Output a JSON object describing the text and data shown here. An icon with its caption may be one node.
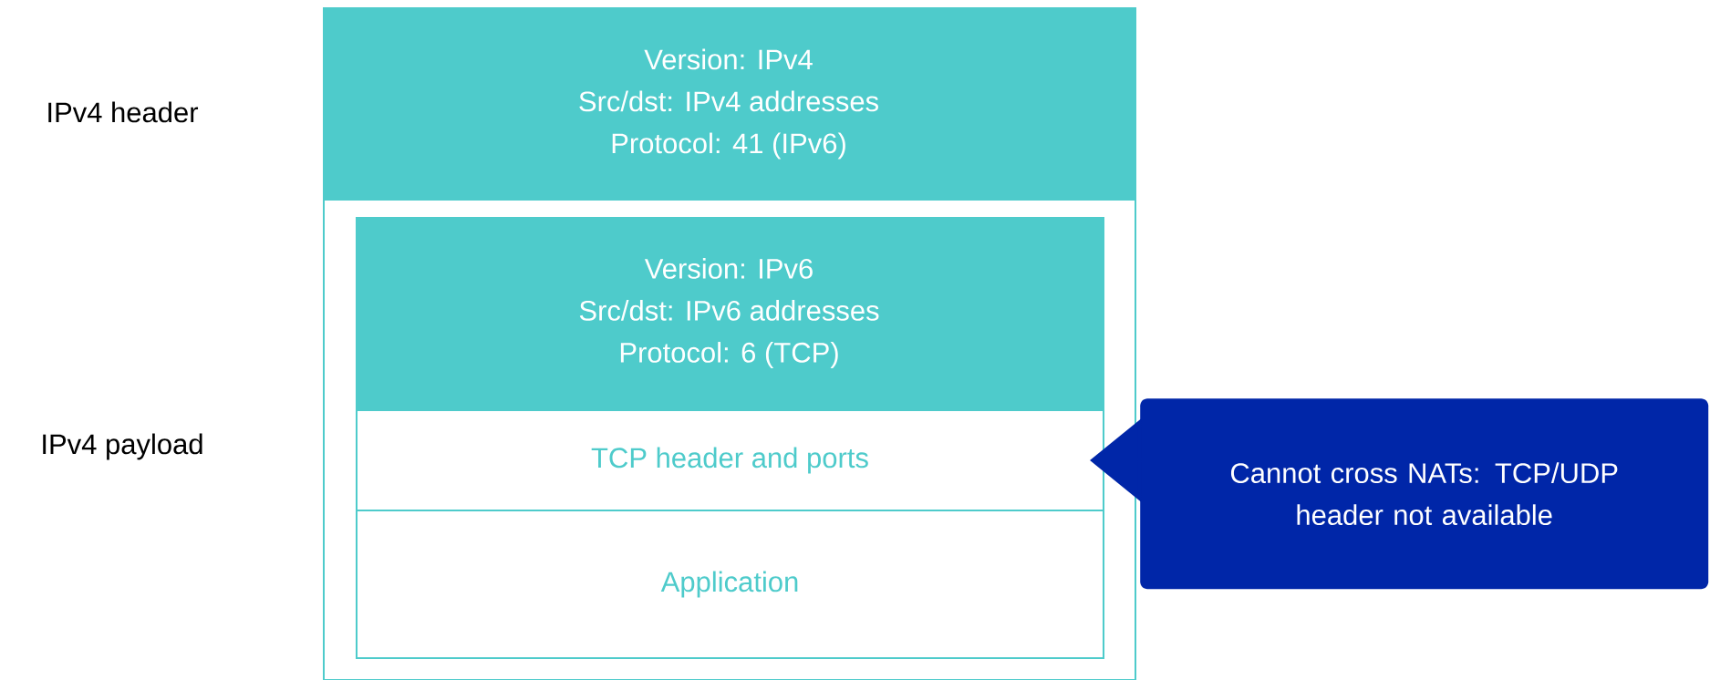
{
  "diagram": {
    "nodes": [
      {
        "text": [
          "Version: IPv4",
          "Src/dst: IPv4 addresses",
          "Protocol: 41 (IPv6)"
        ]
      },
      {
        "text": [
          "Version: IPv6",
          "Src/dst: IPv6 addresses",
          "Protocol: 6 (TCP)"
        ],
        "in": 0
      },
      {
        "text": [
          "TCP header and ports"
        ],
        "in": 1
      },
      {
        "text": [
          "Application"
        ],
        "in": 1
      },
      {
        "text": [
          "Cannot cross NATs: TCP/UDP header not available"
        ]
      }
    ],
    "edges": [
      {
        "from": 4,
        "to": 2,
        "arrow": "to"
      }
    ],
    "labels": [
      "IPv4 header",
      "IPv4 payload"
    ]
  }
}
